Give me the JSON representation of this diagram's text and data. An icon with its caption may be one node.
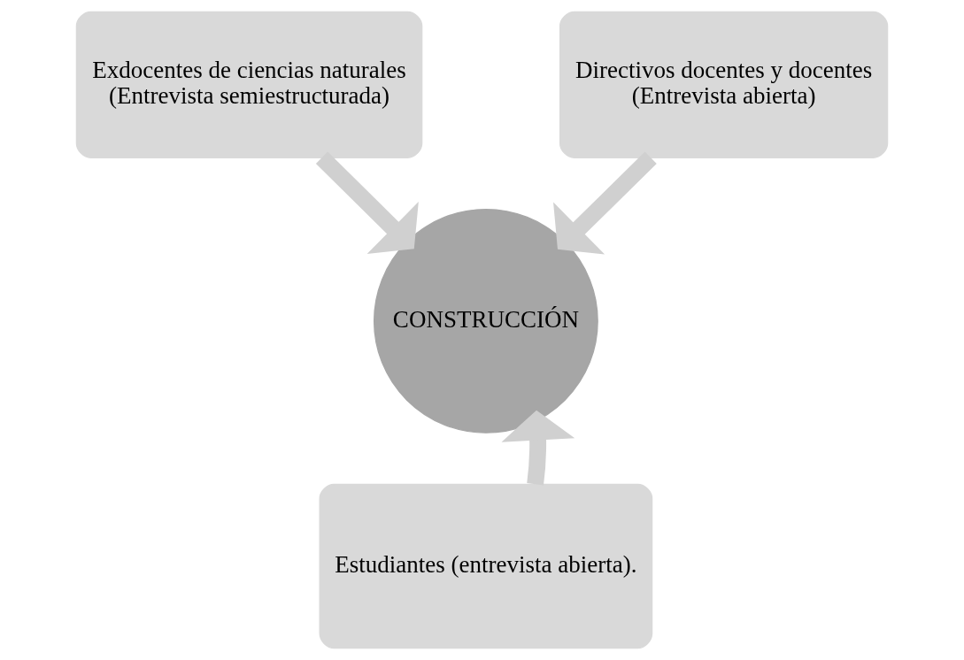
{
  "diagram": {
    "nodes": [
      {
        "text": [
          "Exdocentes de ciencias naturales",
          "(Entrevista semiestructurada)"
        ]
      },
      {
        "text": [
          "Directivos docentes y docentes",
          "(Entrevista abierta)"
        ]
      },
      {
        "text": [
          "CONSTRUCCIÓN"
        ]
      },
      {
        "text": [
          "Estudiantes (entrevista abierta)."
        ]
      }
    ],
    "edges": [
      {
        "from": 0,
        "to": 2,
        "arrow": "to"
      },
      {
        "from": 1,
        "to": 2,
        "arrow": "to"
      },
      {
        "from": 3,
        "to": 2,
        "arrow": "to"
      }
    ]
  }
}
